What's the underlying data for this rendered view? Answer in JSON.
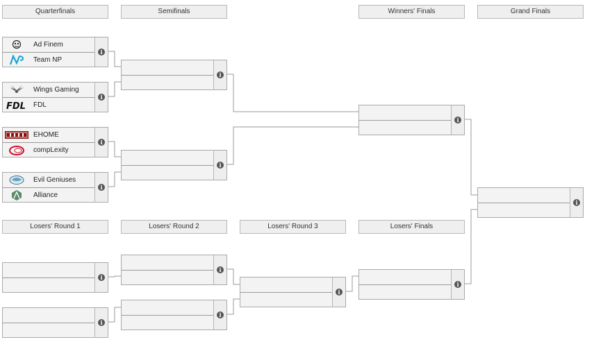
{
  "headers": {
    "quarterfinals": "Quarterfinals",
    "semifinals": "Semifinals",
    "winners_finals": "Winners' Finals",
    "grand_finals": "Grand Finals",
    "losers_r1": "Losers' Round 1",
    "losers_r2": "Losers' Round 2",
    "losers_r3": "Losers' Round 3",
    "losers_finals": "Losers' Finals"
  },
  "info_glyph": "i",
  "quarterfinals": [
    {
      "top": {
        "team": "Ad Finem",
        "logo": "ad-finem-logo"
      },
      "bottom": {
        "team": "Team NP",
        "logo": "team-np-logo"
      }
    },
    {
      "top": {
        "team": "Wings Gaming",
        "logo": "wings-gaming-logo"
      },
      "bottom": {
        "team": "FDL",
        "logo": "fdl-logo"
      }
    },
    {
      "top": {
        "team": "EHOME",
        "logo": "ehome-logo"
      },
      "bottom": {
        "team": "compLexity",
        "logo": "complexity-logo"
      }
    },
    {
      "top": {
        "team": "Evil Geniuses",
        "logo": "evil-geniuses-logo"
      },
      "bottom": {
        "team": "Alliance",
        "logo": "alliance-logo"
      }
    }
  ],
  "colors": {
    "match_bg": "#f3f3f3",
    "header_bg": "#efefef",
    "border": "#a9a9a9",
    "line": "#999999",
    "info": "#555555"
  }
}
